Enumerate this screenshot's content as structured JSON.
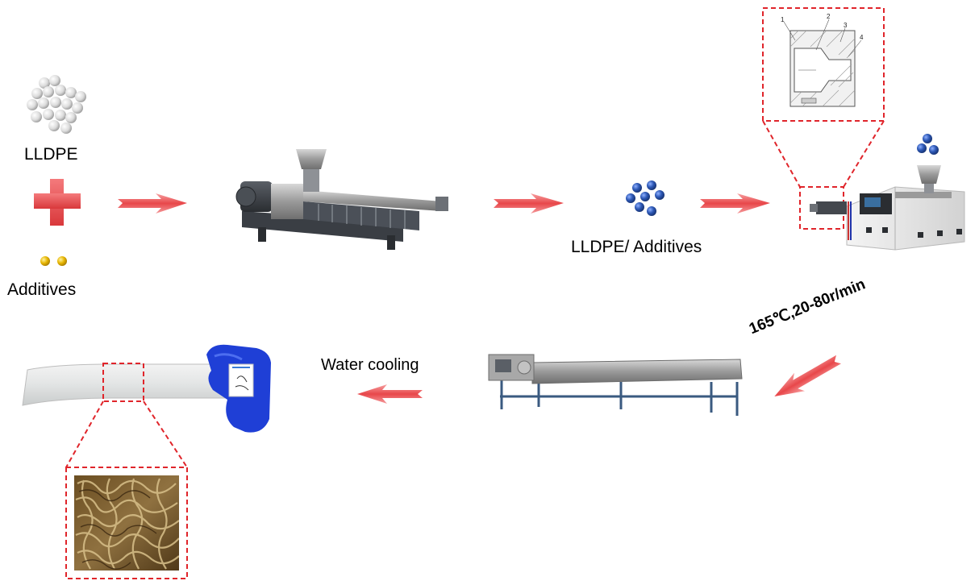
{
  "labels": {
    "lldpe": "LLDPE",
    "additives": "Additives",
    "mixture": "LLDPE/ Additives",
    "water_cooling": "Water cooling",
    "process_conditions": "165℃,20-80r/min"
  },
  "die_schematic_numbers": [
    "1",
    "2",
    "3",
    "4"
  ],
  "icons": {
    "lldpe_pellets": "white-pellets-icon",
    "plus": "plus-icon",
    "additive_particles": "yellow-particles-icon",
    "blended_pellets": "blue-pellets-icon",
    "twin_screw_extruder": "twin-screw-extruder-image",
    "single_screw_extruder": "single-screw-extruder-image",
    "cooling_tank": "water-cooling-tank-image",
    "extruded_tube": "extruded-tube-image",
    "micrograph": "micrograph-image",
    "arrow": "arrow-icon"
  },
  "colors": {
    "arrow": "#e8474a",
    "plus": "#e8474a",
    "highlight_box": "#e0252b",
    "lldpe_pellet": "#e6e6e6",
    "additive": "#e3b000",
    "blend_pellet": "#2d58b5",
    "glove": "#1f3fd6"
  }
}
